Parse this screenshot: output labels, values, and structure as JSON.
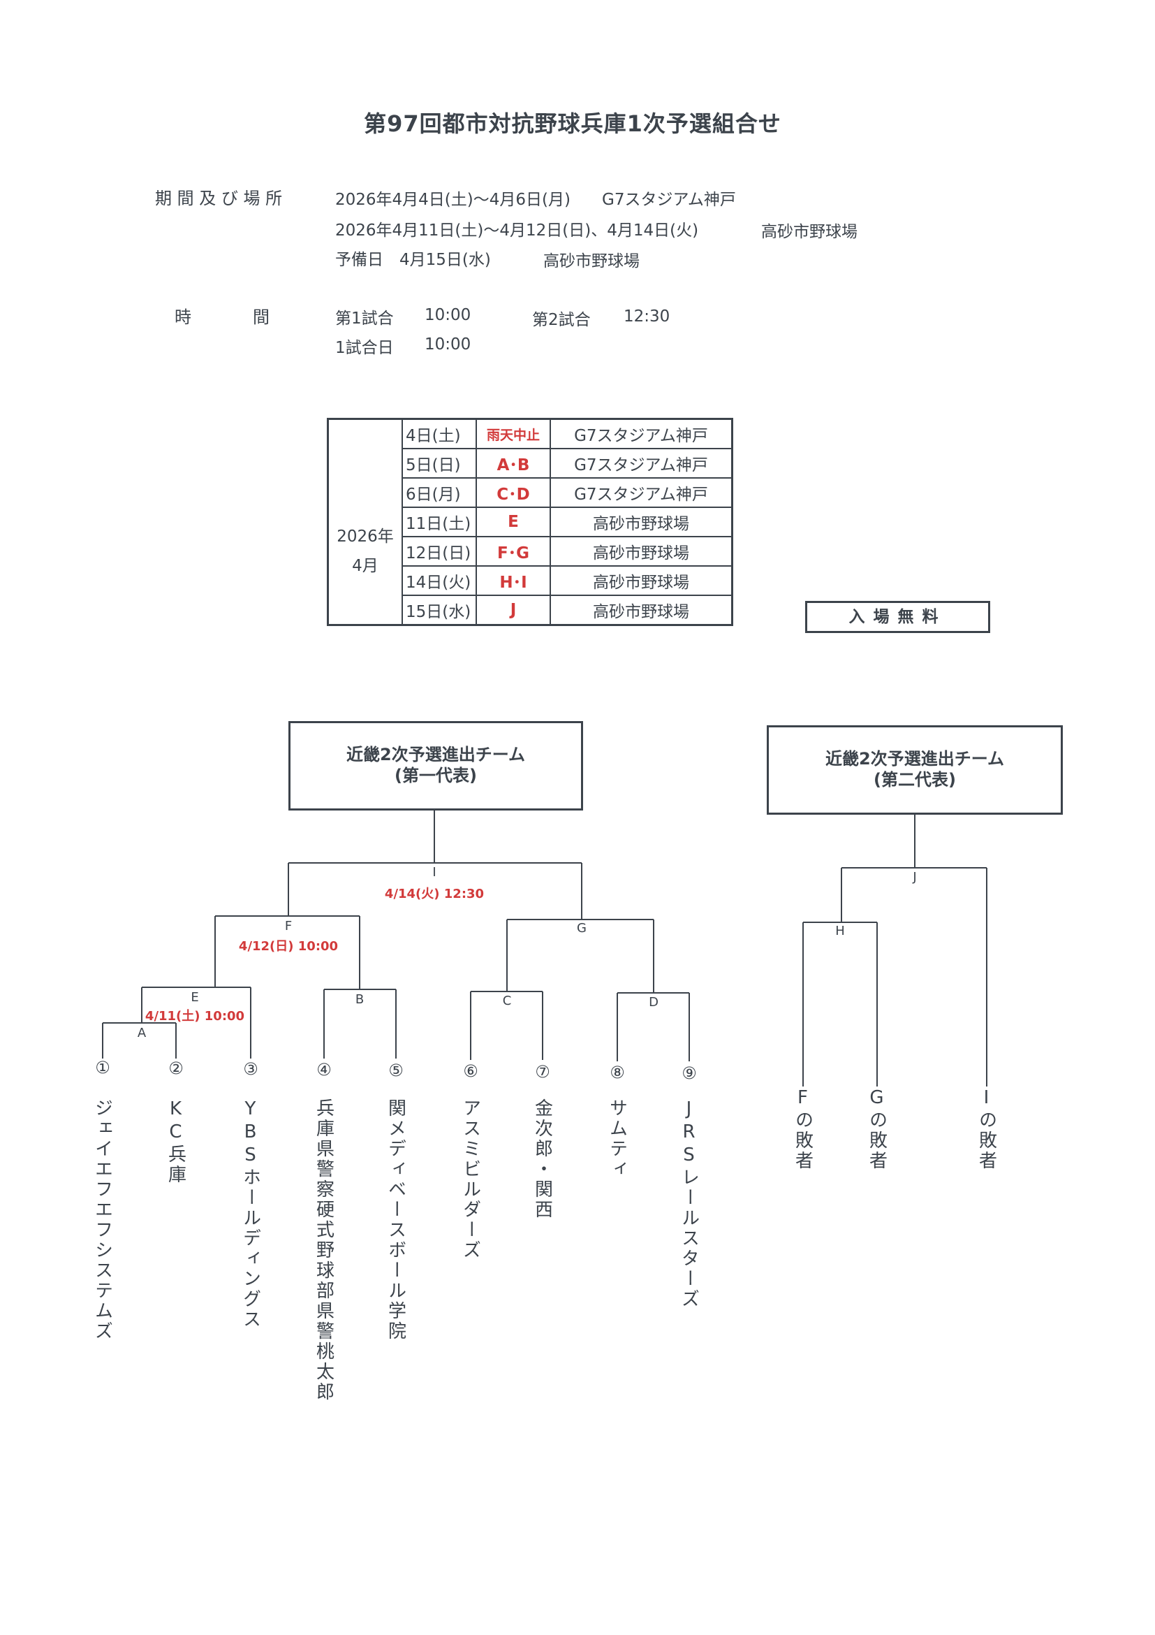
{
  "title": "第97回都市対抗野球兵庫1次予選組合せ",
  "period": {
    "label": "期 間 及 び 場 所",
    "lines": [
      {
        "dates": "2026年4月4日(土)～4月6日(月)",
        "venue": "G7スタジアム神戸"
      },
      {
        "dates": "2026年4月11日(土)～4月12日(日)、4月14日(火)",
        "venue": "高砂市野球場"
      },
      {
        "dates": "予備日　4月15日(水)",
        "venue": "高砂市野球場"
      }
    ]
  },
  "time": {
    "label_1": "時",
    "label_2": "間",
    "game1_label": "第1試合",
    "game1_time": "10:00",
    "game2_label": "第2試合",
    "game2_time": "12:30",
    "single_label": "1試合日",
    "single_time": "10:00"
  },
  "schedule": {
    "year": "2026年",
    "month": "4月",
    "rows": [
      {
        "date": "4日(土)",
        "game": "雨天中止",
        "venue": "G7スタジアム神戸"
      },
      {
        "date": "5日(日)",
        "game": "A･B",
        "venue": "G7スタジアム神戸"
      },
      {
        "date": "6日(月)",
        "game": "C･D",
        "venue": "G7スタジアム神戸"
      },
      {
        "date": "11日(土)",
        "game": "E",
        "venue": "高砂市野球場"
      },
      {
        "date": "12日(日)",
        "game": "F･G",
        "venue": "高砂市野球場"
      },
      {
        "date": "14日(火)",
        "game": "H･I",
        "venue": "高砂市野球場"
      },
      {
        "date": "15日(水)",
        "game": "J",
        "venue": "高砂市野球場"
      }
    ]
  },
  "free_admission": "入場無料",
  "advance": {
    "first": {
      "line1": "近畿2次予選進出チーム",
      "line2": "(第一代表)"
    },
    "second": {
      "line1": "近畿2次予選進出チーム",
      "line2": "(第二代表)"
    }
  },
  "bracket": {
    "games": {
      "A": "A",
      "B": "B",
      "C": "C",
      "D": "D",
      "E": "E",
      "F": "F",
      "G": "G",
      "H": "H",
      "I": "I",
      "J": "J"
    },
    "dates": {
      "E": "4/11(土) 10:00",
      "F": "4/12(日) 10:00",
      "I": "4/14(火) 12:30"
    },
    "numbers": [
      "①",
      "②",
      "③",
      "④",
      "⑤",
      "⑥",
      "⑦",
      "⑧",
      "⑨"
    ],
    "teams": [
      "ジェイエフエフシステムズ",
      "KC兵庫",
      "YBSホールディングス",
      "兵庫県警察硬式野球部県警桃太郎",
      "関メディベースボール学院",
      "アスミビルダーズ",
      "金次郎・関西",
      "サムティ",
      "JRSレールスターズ"
    ],
    "losers": [
      "Fの敗者",
      "Gの敗者",
      "Iの敗者"
    ]
  },
  "colors": {
    "text": "#3c434b",
    "accent_red": "#d23a3a"
  }
}
